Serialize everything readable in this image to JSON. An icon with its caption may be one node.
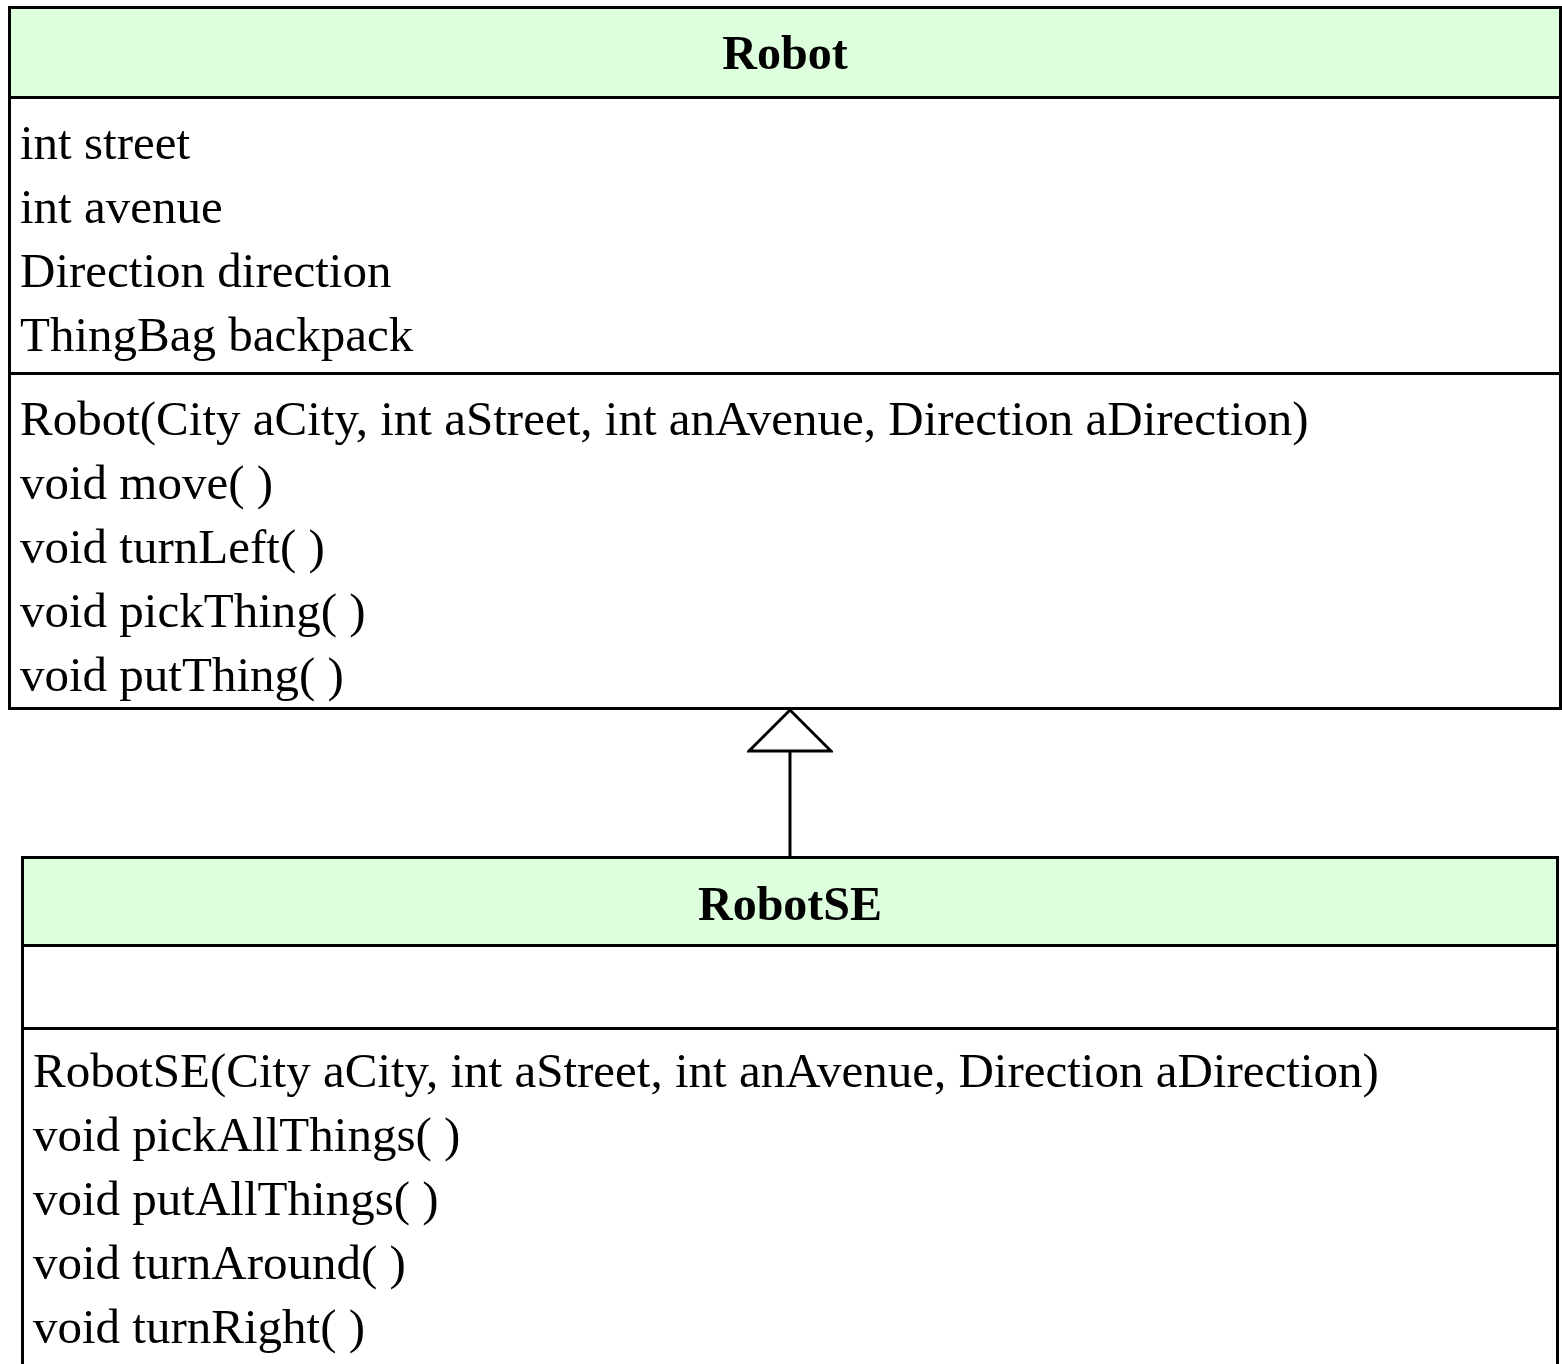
{
  "diagram": {
    "nodes": [
      {
        "text": [
          "Robot"
        ]
      },
      {
        "text": [
          "int street",
          "int avenue",
          "Direction direction",
          "ThingBag backpack"
        ],
        "in": 0
      },
      {
        "text": [
          "Robot(City aCity, int aStreet, int anAvenue, Direction aDirection)",
          "void move( )",
          "void turnLeft( )",
          "void pickThing( )",
          "void putThing( )"
        ],
        "in": 0
      },
      {
        "text": [
          "RobotSE"
        ]
      },
      {
        "text": [],
        "shape": "box",
        "in": 3
      },
      {
        "text": [
          "RobotSE(City aCity, int aStreet, int anAvenue, Direction aDirection)",
          "void pickAllThings( )",
          "void putAllThings( )",
          "void turnAround( )",
          "void turnRight( )"
        ],
        "in": 3
      }
    ],
    "edges": [
      {
        "from": 3,
        "to": 0,
        "arrow": "to"
      }
    ]
  }
}
